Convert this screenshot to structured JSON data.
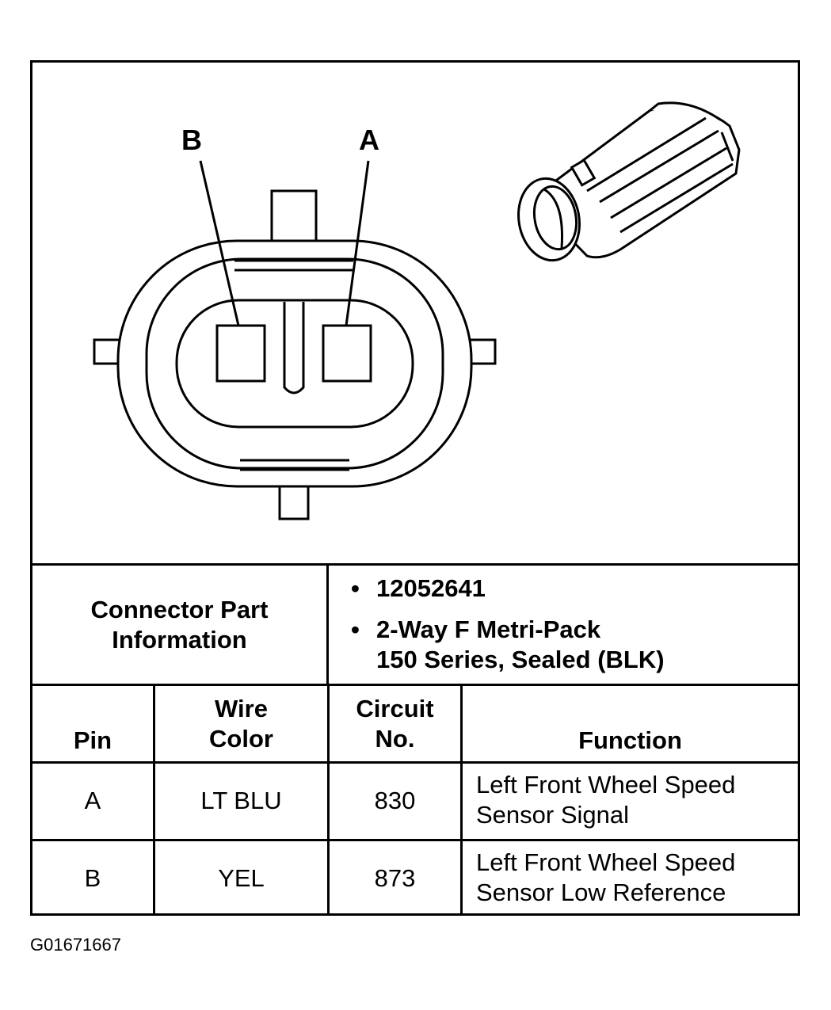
{
  "diagram": {
    "pin_labels": [
      "B",
      "A"
    ]
  },
  "connector_part_info": {
    "label_line1": "Connector Part",
    "label_line2": "Information",
    "part_number": "12052641",
    "description_line1": "2-Way F Metri-Pack",
    "description_line2": "150 Series, Sealed (BLK)",
    "bullet": "•"
  },
  "pin_table": {
    "headers": {
      "pin": "Pin",
      "wire_color_line1": "Wire",
      "wire_color_line2": "Color",
      "circuit_line1": "Circuit",
      "circuit_line2": "No.",
      "function": "Function"
    },
    "rows": [
      {
        "pin": "A",
        "wire_color": "LT BLU",
        "circuit": "830",
        "function_line1": "Left Front Wheel Speed",
        "function_line2": "Sensor Signal"
      },
      {
        "pin": "B",
        "wire_color": "YEL",
        "circuit": "873",
        "function_line1": "Left Front Wheel Speed",
        "function_line2": "Sensor Low Reference"
      }
    ]
  },
  "figure_id": "G01671667"
}
